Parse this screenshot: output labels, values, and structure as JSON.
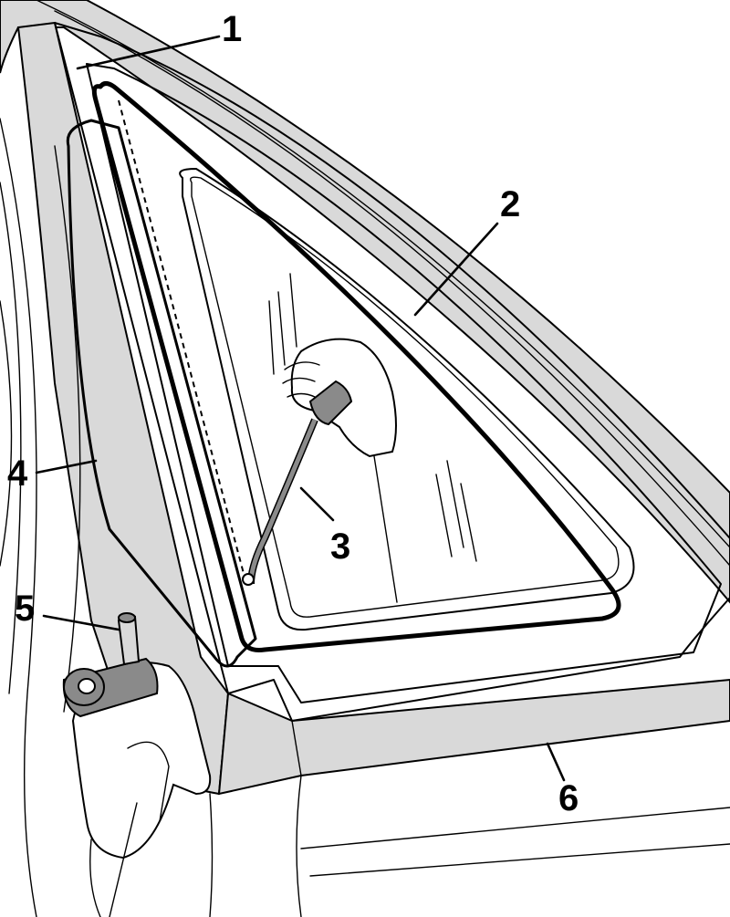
{
  "callouts": {
    "c1": "1",
    "c2": "2",
    "c3": "3",
    "c4": "4",
    "c5": "5",
    "c6": "6"
  },
  "colors": {
    "line": "#000000",
    "shade": "#d9d9d9",
    "dark_shade": "#8a8a8a",
    "background": "#ffffff"
  }
}
